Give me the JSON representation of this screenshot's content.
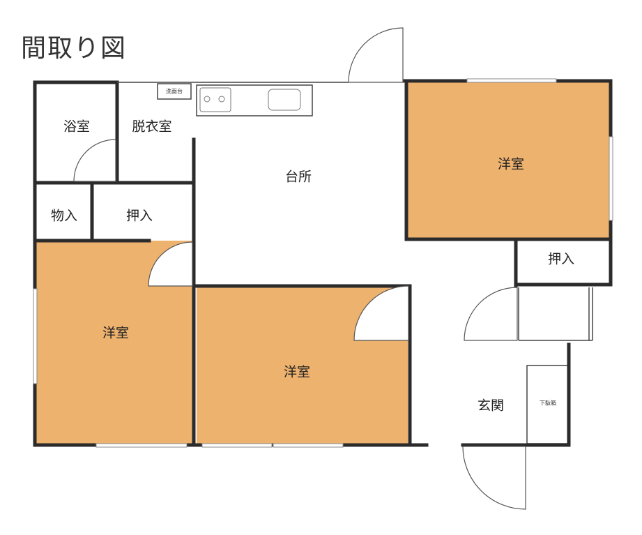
{
  "title": "間取り図",
  "colors": {
    "room_fill": "#eeb26f",
    "wall": "#2b2b2b",
    "background": "#ffffff"
  },
  "rooms": {
    "bath": "浴室",
    "dressing": "脱衣室",
    "kitchen": "台所",
    "storage": "物入",
    "closet_left": "押入",
    "western_left": "洋室",
    "western_center": "洋室",
    "western_right": "洋室",
    "closet_right": "押入",
    "entrance": "玄関"
  },
  "fixtures": {
    "washbasin": "洗面台",
    "shoe_cabinet": "下駄箱"
  }
}
